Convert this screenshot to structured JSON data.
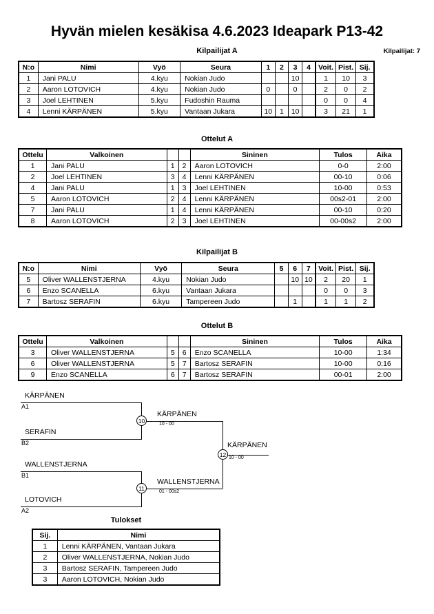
{
  "document": {
    "title": "Hyvän mielen kesäkisa  4.6.2023  Ideapark   P13-42",
    "entry_count_label": "Kilpailijat: 7"
  },
  "sections": {
    "pool_a_heading": "Kilpailijat A",
    "matches_a_heading": "Ottelut A",
    "pool_b_heading": "Kilpailijat B",
    "matches_b_heading": "Ottelut B",
    "results_heading": "Tulokset"
  },
  "pool_table_headers": {
    "number": "N:o",
    "name": "Nimi",
    "belt": "Vyö",
    "club": "Seura",
    "wins": "Voit.",
    "points": "Pist.",
    "rank": "Sij."
  },
  "pool_a": {
    "opponent_columns": [
      "1",
      "2",
      "3",
      "4"
    ],
    "rows": [
      {
        "number": "1",
        "name": "Jani PALU",
        "belt": "4.kyu",
        "club": "Nokian Judo",
        "scores": [
          "",
          "",
          "10",
          ""
        ],
        "wins": "1",
        "points": "10",
        "rank": "3"
      },
      {
        "number": "2",
        "name": "Aaron LOTOVICH",
        "belt": "4.kyu",
        "club": "Nokian Judo",
        "scores": [
          "0",
          "",
          "0",
          ""
        ],
        "wins": "2",
        "points": "0",
        "rank": "2"
      },
      {
        "number": "3",
        "name": "Joel LEHTINEN",
        "belt": "5.kyu",
        "club": "Fudoshin Rauma",
        "scores": [
          "",
          "",
          "",
          ""
        ],
        "wins": "0",
        "points": "0",
        "rank": "4"
      },
      {
        "number": "4",
        "name": "Lenni KÄRPÄNEN",
        "belt": "5.kyu",
        "club": "Vantaan Jukara",
        "scores": [
          "10",
          "1",
          "10",
          ""
        ],
        "wins": "3",
        "points": "21",
        "rank": "1"
      }
    ]
  },
  "pool_b": {
    "opponent_columns": [
      "5",
      "6",
      "7"
    ],
    "rows": [
      {
        "number": "5",
        "name": "Oliver WALLENSTJERNA",
        "belt": "4.kyu",
        "club": "Nokian Judo",
        "scores": [
          "",
          "10",
          "10"
        ],
        "wins": "2",
        "points": "20",
        "rank": "1"
      },
      {
        "number": "6",
        "name": "Enzo SCANELLA",
        "belt": "6.kyu",
        "club": "Vantaan Jukara",
        "scores": [
          "",
          "",
          ""
        ],
        "wins": "0",
        "points": "0",
        "rank": "3"
      },
      {
        "number": "7",
        "name": "Bartosz SERAFIN",
        "belt": "6.kyu",
        "club": "Tampereen Judo",
        "scores": [
          "",
          "1",
          ""
        ],
        "wins": "1",
        "points": "1",
        "rank": "2"
      }
    ]
  },
  "match_table_headers": {
    "match": "Ottelu",
    "white": "Valkoinen",
    "blue": "Sininen",
    "result": "Tulos",
    "time": "Aika"
  },
  "matches_a": [
    {
      "match": "1",
      "white": "Jani PALU",
      "white_no": "1",
      "blue_no": "2",
      "blue": "Aaron LOTOVICH",
      "result": "0-0",
      "time": "2:00"
    },
    {
      "match": "2",
      "white": "Joel LEHTINEN",
      "white_no": "3",
      "blue_no": "4",
      "blue": "Lenni KÄRPÄNEN",
      "result": "00-10",
      "time": "0:06"
    },
    {
      "match": "4",
      "white": "Jani PALU",
      "white_no": "1",
      "blue_no": "3",
      "blue": "Joel LEHTINEN",
      "result": "10-00",
      "time": "0:53"
    },
    {
      "match": "5",
      "white": "Aaron LOTOVICH",
      "white_no": "2",
      "blue_no": "4",
      "blue": "Lenni KÄRPÄNEN",
      "result": "00s2-01",
      "time": "2:00"
    },
    {
      "match": "7",
      "white": "Jani PALU",
      "white_no": "1",
      "blue_no": "4",
      "blue": "Lenni KÄRPÄNEN",
      "result": "00-10",
      "time": "0:20"
    },
    {
      "match": "8",
      "white": "Aaron LOTOVICH",
      "white_no": "2",
      "blue_no": "3",
      "blue": "Joel LEHTINEN",
      "result": "00-00s2",
      "time": "2:00"
    }
  ],
  "matches_b": [
    {
      "match": "3",
      "white": "Oliver WALLENSTJERNA",
      "white_no": "5",
      "blue_no": "6",
      "blue": "Enzo SCANELLA",
      "result": "10-00",
      "time": "1:34"
    },
    {
      "match": "6",
      "white": "Oliver WALLENSTJERNA",
      "white_no": "5",
      "blue_no": "7",
      "blue": "Bartosz SERAFIN",
      "result": "10-00",
      "time": "0:16"
    },
    {
      "match": "9",
      "white": "Enzo SCANELLA",
      "white_no": "6",
      "blue_no": "7",
      "blue": "Bartosz SERAFIN",
      "result": "00-01",
      "time": "2:00"
    }
  ],
  "bracket": {
    "entrants": [
      {
        "name": "KÄRPÄNEN",
        "seed": "A1"
      },
      {
        "name": "SERAFIN",
        "seed": "B2"
      },
      {
        "name": "WALLENSTJERNA",
        "seed": "B1"
      },
      {
        "name": "LOTOVICH",
        "seed": "A2"
      }
    ],
    "semifinals": [
      {
        "number": "10",
        "winner": "KÄRPÄNEN",
        "score": "10 - 00"
      },
      {
        "number": "11",
        "winner": "WALLENSTJERNA",
        "score": "01 - 00s2"
      }
    ],
    "final": {
      "number": "12",
      "winner": "KÄRPÄNEN",
      "score": "10 - 00"
    }
  },
  "results_table": {
    "headers": {
      "rank": "Sij.",
      "name": "Nimi"
    },
    "rows": [
      {
        "rank": "1",
        "name": "Lenni KÄRPÄNEN, Vantaan Jukara"
      },
      {
        "rank": "2",
        "name": "Oliver WALLENSTJERNA, Nokian Judo"
      },
      {
        "rank": "3",
        "name": "Bartosz SERAFIN, Tampereen Judo"
      },
      {
        "rank": "3",
        "name": "Aaron LOTOVICH, Nokian Judo"
      }
    ]
  }
}
